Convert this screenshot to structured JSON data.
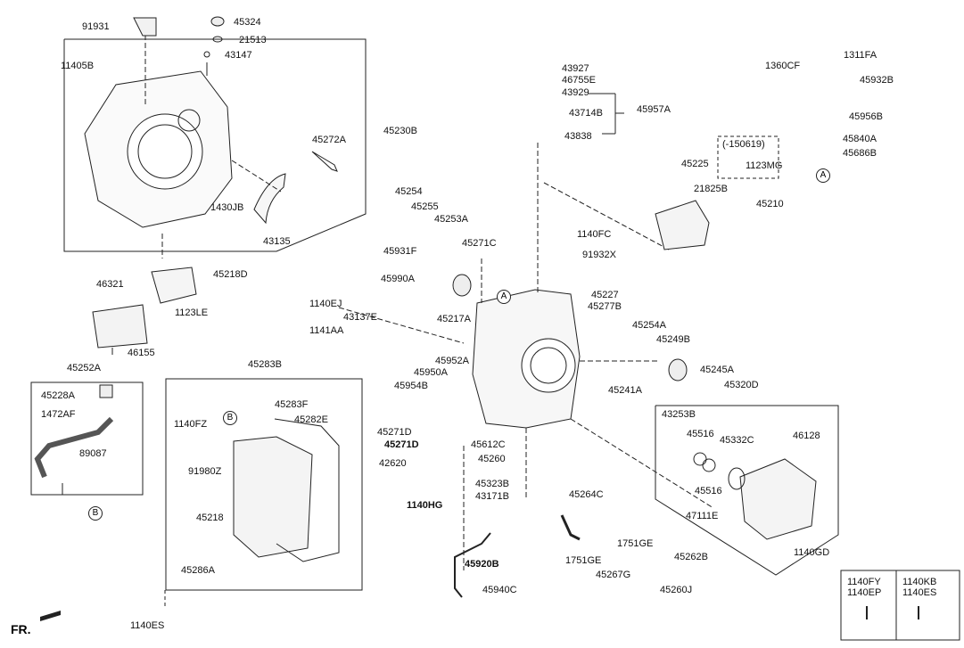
{
  "labels": {
    "l91931": "91931",
    "l45324": "45324",
    "l21513": "21513",
    "l43147": "43147",
    "l11405B": "11405B",
    "l45230B": "45230B",
    "l45272A": "45272A",
    "l1430JB": "1430JB",
    "l43135": "43135",
    "l45218D": "45218D",
    "l46321": "46321",
    "l1123LE": "1123LE",
    "l46155": "46155",
    "l45252A": "45252A",
    "l45228A": "45228A",
    "l1472AF": "1472AF",
    "l89087": "89087",
    "l45283B": "45283B",
    "l45283F": "45283F",
    "l1140FZ": "1140FZ",
    "l45282E": "45282E",
    "l91980Z": "91980Z",
    "l45218": "45218",
    "l45286A": "45286A",
    "l1140ES": "1140ES",
    "l43927": "43927",
    "l46755E": "46755E",
    "l43929": "43929",
    "l43714B": "43714B",
    "l45957A": "45957A",
    "l43838": "43838",
    "l1311FA": "1311FA",
    "l1360CF": "1360CF",
    "l45932B": "45932B",
    "l45956B": "45956B",
    "l45840A": "45840A",
    "l45686B": "45686B",
    "l150619": "(-150619)",
    "l45225": "45225",
    "l1123MG": "1123MG",
    "l21825B": "21825B",
    "l45210": "45210",
    "l45254": "45254",
    "l45255": "45255",
    "l45253A": "45253A",
    "l45271C": "45271C",
    "l1140FC": "1140FC",
    "l91932X": "91932X",
    "l45931F": "45931F",
    "l45990A": "45990A",
    "l1140EJ": "1140EJ",
    "l45217A": "45217A",
    "l45227": "45227",
    "l45277B": "45277B",
    "l43137E": "43137E",
    "l1141AA": "1141AA",
    "l45254A": "45254A",
    "l45249B": "45249B",
    "l45952A": "45952A",
    "l45950A": "45950A",
    "l45245A": "45245A",
    "l45954B": "45954B",
    "l45241A": "45241A",
    "l45320D": "45320D",
    "l43253B": "43253B",
    "l45516a": "45516",
    "l45332C": "45332C",
    "l46128": "46128",
    "l45516b": "45516",
    "l47111E": "47111E",
    "l45271Da": "45271D",
    "l45271Db": "45271D",
    "l45612C": "45612C",
    "l45260": "45260",
    "l42620": "42620",
    "l45323B": "45323B",
    "l43171B": "43171B",
    "l1140HG": "1140HG",
    "l45264C": "45264C",
    "l1751GEa": "1751GE",
    "l1751GEb": "1751GE",
    "l45267G": "45267G",
    "l45920B": "45920B",
    "l45940C": "45940C",
    "l45262B": "45262B",
    "l45260J": "45260J",
    "l1140GD": "1140GD",
    "l1140FY": "1140FY",
    "l1140EP": "1140EP",
    "l1140KB": "1140KB",
    "l1140ES2": "1140ES",
    "fr": "FR."
  },
  "markers": {
    "A": "A",
    "B": "B"
  }
}
